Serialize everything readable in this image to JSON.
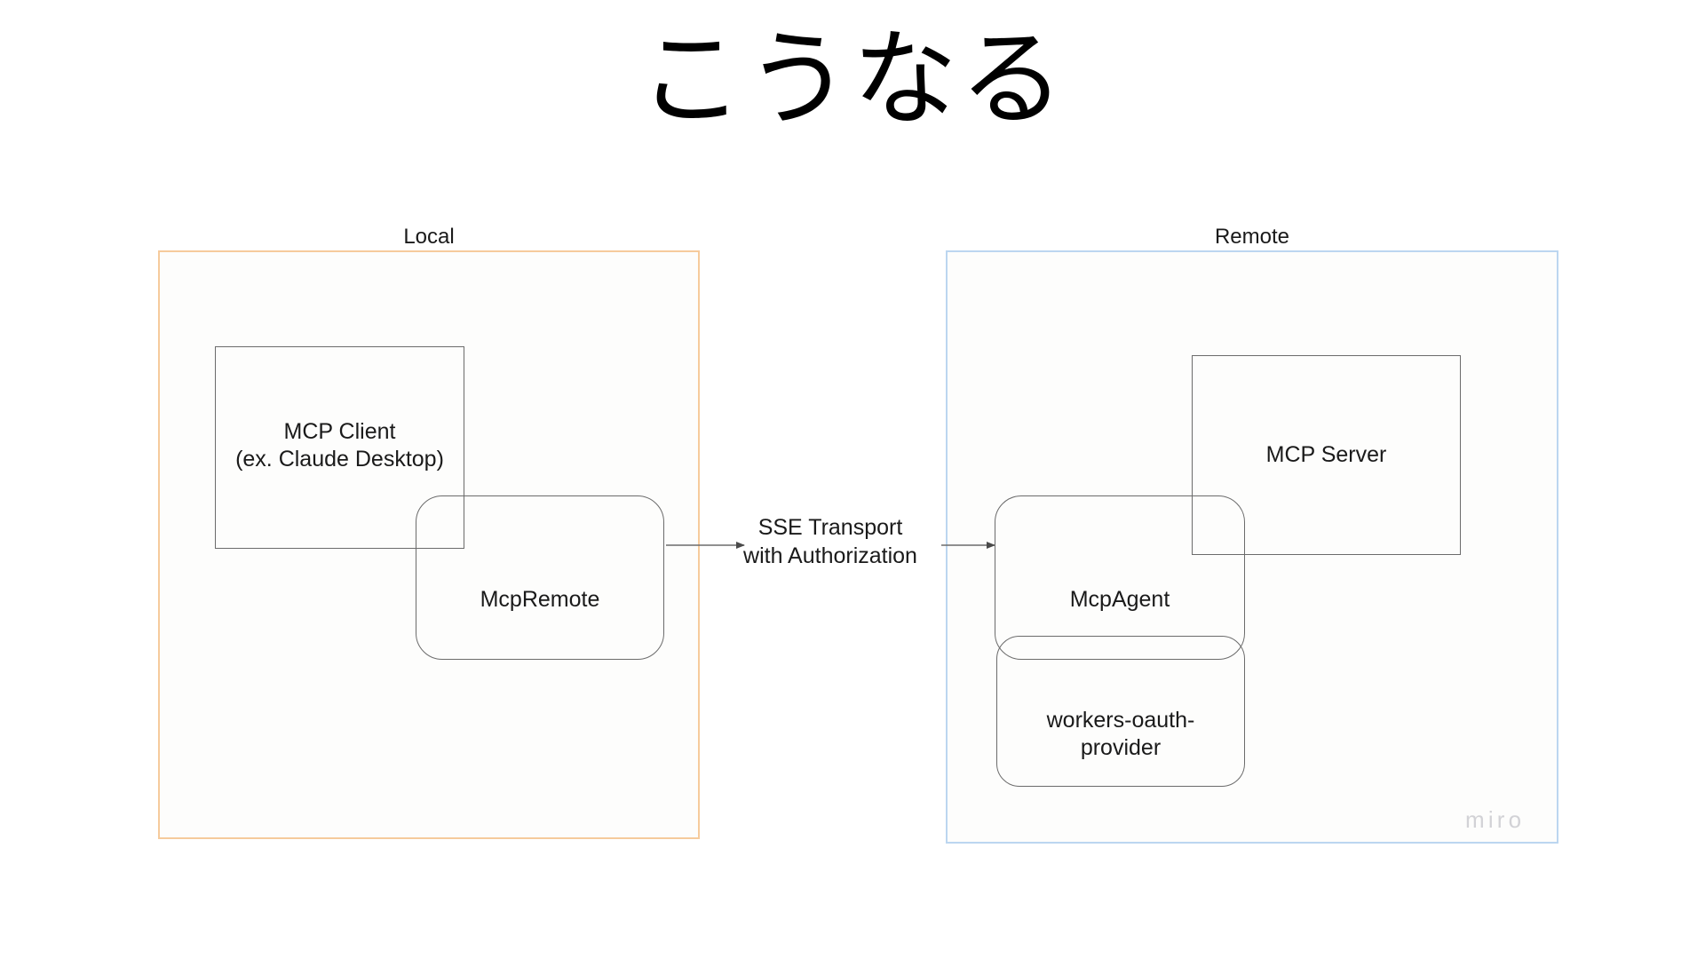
{
  "slide": {
    "title": "こうなる",
    "background": "#ffffff"
  },
  "zones": {
    "local": {
      "label": "Local",
      "border_color": "#f6cb9c",
      "fill_color": "#fdfdfc"
    },
    "remote": {
      "label": "Remote",
      "border_color": "#bcd6f0",
      "fill_color": "#fdfdfc"
    }
  },
  "nodes": {
    "mcp_client": {
      "label": "MCP Client\n(ex. Claude Desktop)",
      "shape": "rectangle",
      "border_color": "#6b6b6b"
    },
    "mcp_remote": {
      "label": "McpRemote",
      "shape": "rounded-rectangle",
      "border_color": "#6b6b6b"
    },
    "mcp_server": {
      "label": "MCP Server",
      "shape": "rectangle",
      "border_color": "#6b6b6b"
    },
    "mcp_agent": {
      "label": "McpAgent",
      "shape": "rounded-rectangle",
      "border_color": "#6b6b6b"
    },
    "oauth_provider": {
      "label": "workers-oauth-\nprovider",
      "shape": "rounded-rectangle",
      "border_color": "#6b6b6b"
    }
  },
  "connector": {
    "label": "SSE Transport\nwith Authorization",
    "line_color": "#6b6b6b",
    "left_arrow_direction": "left",
    "right_arrow_direction": "right"
  },
  "watermark": {
    "text": "miro",
    "color": "#d2d2d6"
  }
}
